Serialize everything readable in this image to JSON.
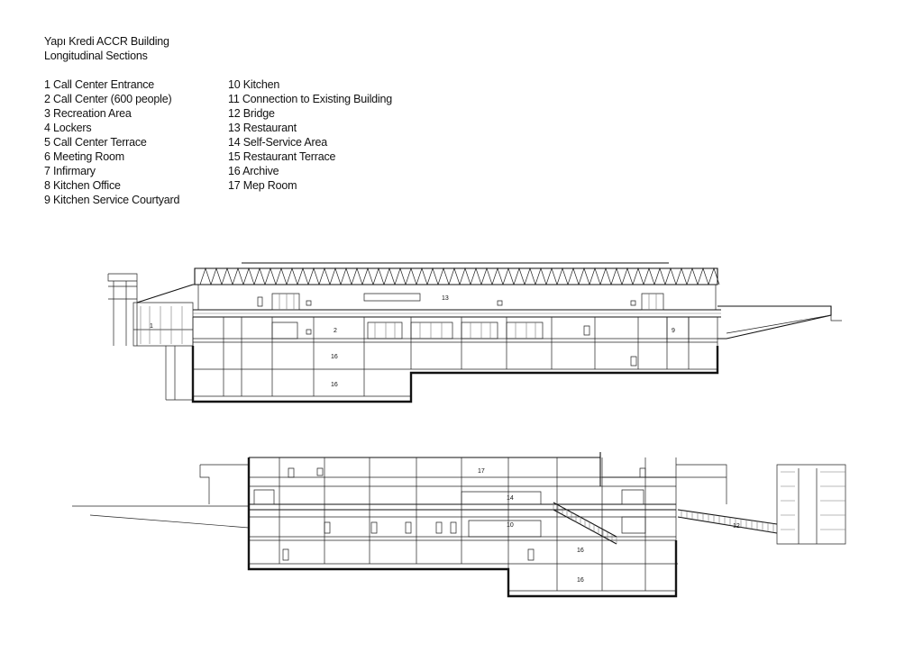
{
  "title": {
    "line1": "Yapı Kredi ACCR Building",
    "line2": "Longitudinal Sections"
  },
  "legend": {
    "col1": [
      "1 Call Center Entrance",
      "2 Call Center (600 people)",
      "3 Recreation Area",
      "4 Lockers",
      "5 Call Center Terrace",
      "6 Meeting Room",
      "7 Infirmary",
      "8 Kitchen Office",
      "9 Kitchen Service Courtyard"
    ],
    "col2": [
      "10 Kitchen",
      "11 Connection to Existing Building",
      "12 Bridge",
      "13 Restaurant",
      "14 Self-Service Area",
      "15 Restaurant Terrace",
      "16 Archive",
      "17 Mep Room"
    ]
  },
  "section_a_tags": [
    "13",
    "1",
    "2",
    "9",
    "16",
    "16"
  ],
  "section_b_tags": [
    "17",
    "14",
    "10",
    "12",
    "16",
    "16"
  ]
}
